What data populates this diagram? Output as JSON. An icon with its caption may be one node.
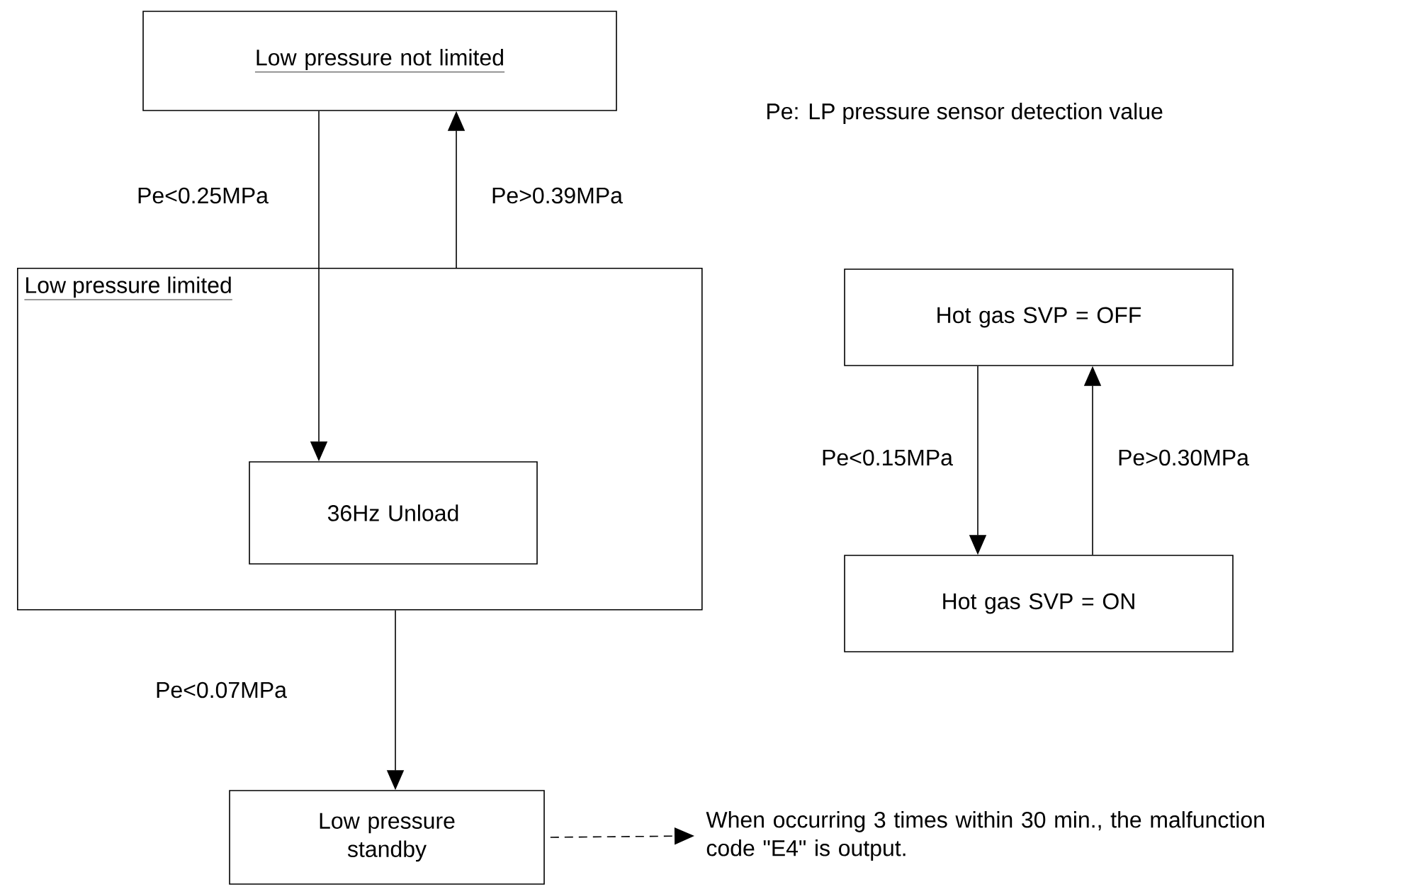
{
  "diagram": {
    "nodes": [
      {
        "text": [
          "Low pressure not limited"
        ]
      },
      {
        "text": [
          "Low pressure limited"
        ]
      },
      {
        "text": [
          "36Hz Unload"
        ],
        "in": 1
      },
      {
        "text": [
          "Low pressure standby"
        ]
      },
      {
        "text": [
          "When occurring 3 times within 30 min., the malfunction code \"E4\" is output."
        ]
      },
      {
        "text": [
          "Hot gas SVP = OFF"
        ]
      },
      {
        "text": [
          "Hot gas SVP = ON"
        ]
      }
    ],
    "edges": [
      {
        "from": 0,
        "to": 2,
        "arrow": "to",
        "label": "Pe<0.25MPa"
      },
      {
        "from": 1,
        "to": 0,
        "arrow": "to",
        "label": "Pe>0.39MPa"
      },
      {
        "from": 1,
        "to": 3,
        "arrow": "to",
        "label": "Pe<0.07MPa"
      },
      {
        "from": 3,
        "to": 4,
        "arrow": "to",
        "style": "dashed"
      },
      {
        "from": 5,
        "to": 6,
        "arrow": "to",
        "label": "Pe<0.15MPa"
      },
      {
        "from": 6,
        "to": 5,
        "arrow": "to",
        "label": "Pe>0.30MPa"
      }
    ],
    "labels": [
      "Pe: LP pressure sensor detection value"
    ]
  }
}
